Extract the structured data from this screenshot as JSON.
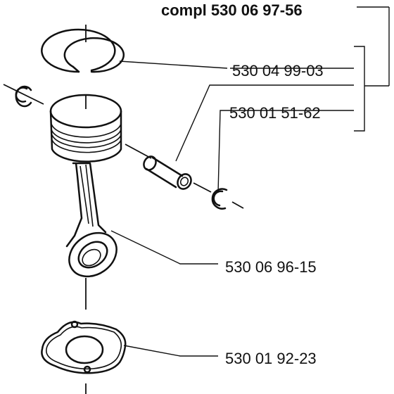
{
  "assembly": {
    "label": "compl 530 06 97-56"
  },
  "parts": [
    {
      "id": "piston-ring",
      "number": "530 04 99-03",
      "icon": "piston-ring-icon"
    },
    {
      "id": "piston-pin",
      "number": "530 01 51-62",
      "icon": "piston-pin-icon"
    },
    {
      "id": "connecting-rod",
      "number": "530 06 96-15",
      "icon": "connecting-rod-icon"
    },
    {
      "id": "gasket",
      "number": "530 01 92-23",
      "icon": "gasket-icon"
    }
  ],
  "colors": {
    "ink": "#111111",
    "background": "#ffffff"
  }
}
